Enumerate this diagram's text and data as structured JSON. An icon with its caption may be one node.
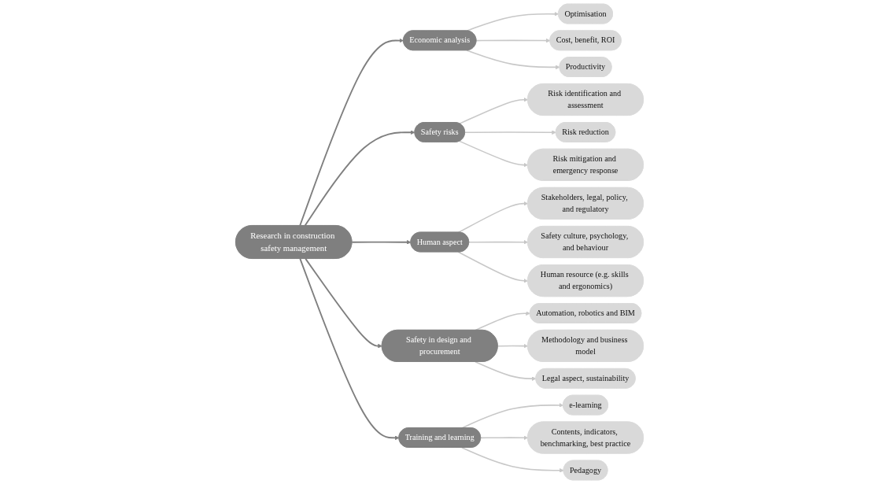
{
  "diagram": {
    "nodes": [
      {
        "text": [
          "Research in construction safety management"
        ]
      },
      {
        "text": [
          "Economic analysis"
        ]
      },
      {
        "text": [
          "Safety risks"
        ]
      },
      {
        "text": [
          "Human aspect"
        ]
      },
      {
        "text": [
          "Safety in design and procurement"
        ]
      },
      {
        "text": [
          "Training and learning"
        ]
      },
      {
        "text": [
          "Cost, benefit, ROI"
        ]
      },
      {
        "text": [
          "Optimisation"
        ]
      },
      {
        "text": [
          "Productivity"
        ]
      },
      {
        "text": [
          "Risk identification and assessment"
        ]
      },
      {
        "text": [
          "Stakeholders, legal, policy, and regulatory"
        ]
      },
      {
        "text": [
          "Risk reduction"
        ]
      },
      {
        "text": [
          "Safety culture, psychology, and behaviour"
        ]
      },
      {
        "text": [
          "Risk mitigation and emergency response"
        ]
      },
      {
        "text": [
          "Human resource (e.g. skills and ergonomics)"
        ]
      },
      {
        "text": [
          "Automation, robotics and BIM"
        ]
      },
      {
        "text": [
          "e-learning"
        ]
      },
      {
        "text": [
          "Methodology and business model"
        ]
      },
      {
        "text": [
          "Legal aspect, sustainability"
        ]
      },
      {
        "text": [
          "Contents, indicators, benchmarking, best practice"
        ]
      },
      {
        "text": [
          "Pedagogy"
        ]
      }
    ],
    "edges": [
      {
        "from": 0,
        "to": 1,
        "arrow": "to",
        "color": "#7f7f7f"
      },
      {
        "from": 0,
        "to": 2,
        "arrow": "to",
        "color": "#7f7f7f"
      },
      {
        "from": 0,
        "to": 3,
        "arrow": "to",
        "color": "#7f7f7f"
      },
      {
        "from": 0,
        "to": 4,
        "arrow": "to",
        "color": "#7f7f7f"
      },
      {
        "from": 0,
        "to": 5,
        "arrow": "to",
        "color": "#7f7f7f"
      },
      {
        "from": 1,
        "to": 7,
        "arrow": "to"
      },
      {
        "from": 1,
        "to": 6,
        "arrow": "to"
      },
      {
        "from": 1,
        "to": 8,
        "arrow": "to"
      },
      {
        "from": 2,
        "to": 9,
        "arrow": "to"
      },
      {
        "from": 2,
        "to": 11,
        "arrow": "to"
      },
      {
        "from": 2,
        "to": 13,
        "arrow": "to"
      },
      {
        "from": 3,
        "to": 10,
        "arrow": "to"
      },
      {
        "from": 3,
        "to": 12,
        "arrow": "to"
      },
      {
        "from": 3,
        "to": 14,
        "arrow": "to"
      },
      {
        "from": 4,
        "to": 15,
        "arrow": "to"
      },
      {
        "from": 4,
        "to": 17,
        "arrow": "to"
      },
      {
        "from": 4,
        "to": 18,
        "arrow": "to"
      },
      {
        "from": 5,
        "to": 16,
        "arrow": "to"
      },
      {
        "from": 5,
        "to": 19,
        "arrow": "to"
      },
      {
        "from": 5,
        "to": 20,
        "arrow": "to"
      }
    ]
  }
}
